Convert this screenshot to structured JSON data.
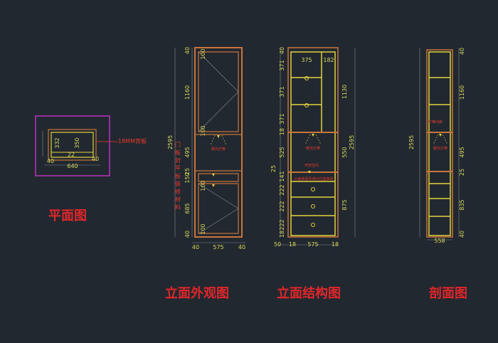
{
  "colors": {
    "background": "#212830",
    "cabinet_outer": "#c8743a",
    "cabinet_inner": "#e2d23c",
    "dimension": "#d8d85a",
    "dim_line": "#8a8a8a",
    "title": "#e3262a",
    "plan_outline": "#c030c0",
    "note": "#e83a2a"
  },
  "plan": {
    "title": "平面图",
    "note": "18MM背板",
    "dims": {
      "depth_outer": "332",
      "depth_inner": "350",
      "mid": "22",
      "left": "40",
      "right": "40",
      "width": "640"
    }
  },
  "front": {
    "title": "立面外观图",
    "side_text": "门板封平板装修材料",
    "left_total": "2595",
    "left_dims": [
      "40",
      "1160",
      "495",
      "25",
      "150",
      "685",
      "40"
    ],
    "inner_dims": [
      "100",
      "100",
      "100",
      "100"
    ],
    "bottom_dims": [
      "40",
      "575",
      "40"
    ],
    "light_label": "暖光灯带"
  },
  "struct": {
    "title": "立面结构图",
    "left_dims": [
      "40",
      "371",
      "371",
      "371",
      "18",
      "525",
      "25",
      "141",
      "222",
      "222",
      "222",
      "18"
    ],
    "top_dims": [
      "375",
      "182"
    ],
    "right_dims": [
      "1130",
      "550",
      "875"
    ],
    "right_total": "2595",
    "bottom_dims": [
      "50",
      "18",
      "575",
      "18"
    ],
    "light_label": "暖光灯带",
    "note1": "开放空间",
    "note2": "台面抽屉及组合拉篮抽屉"
  },
  "section": {
    "title": "剖面图",
    "left_total": "2595",
    "right_dims": [
      "40",
      "1160",
      "495",
      "25",
      "835",
      "40"
    ],
    "bottom_dim": "558",
    "light_label": "暖光灯带",
    "note": "灯带内嵌"
  }
}
